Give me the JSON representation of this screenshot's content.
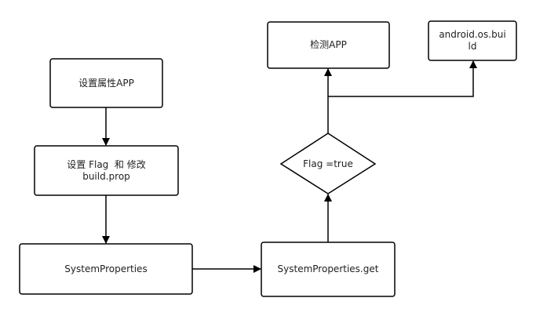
{
  "colors": {
    "stroke": "#000000",
    "text": "#1f1f1f",
    "background": "#ffffff",
    "node_fill": "#ffffff"
  },
  "nodes": {
    "set_attr_app": "设置属性APP",
    "set_flag_line1": "设置 Flag  和 修改",
    "set_flag_line2": "build.prop",
    "system_properties": "SystemProperties",
    "system_properties_get": "SystemProperties.get",
    "decision": "Flag =true",
    "detect_app": "检测APP",
    "android_build_line1": "android.os.bui",
    "android_build_line2": "ld"
  }
}
